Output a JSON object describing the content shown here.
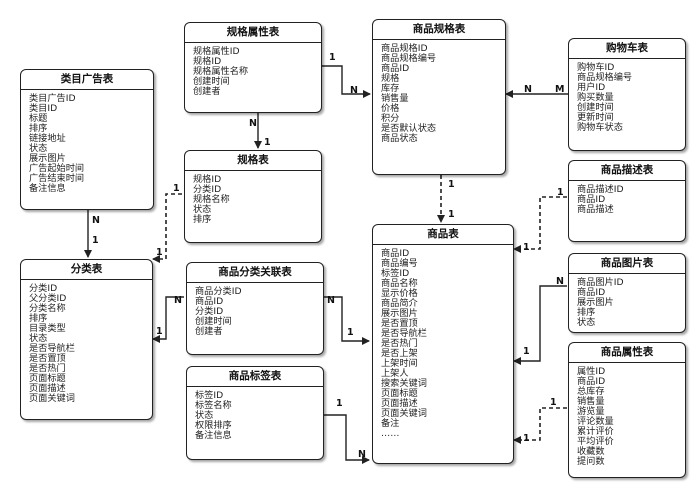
{
  "entities": {
    "category_ad": {
      "title": "类目广告表",
      "fields": [
        "类目广告ID",
        "类目ID",
        "标题",
        "排序",
        "链接地址",
        "状态",
        "展示图片",
        "广告起始时间",
        "广告结束时间",
        "备注信息"
      ]
    },
    "spec_attr": {
      "title": "规格属性表",
      "fields": [
        "规格属性ID",
        "规格ID",
        "规格属性名称",
        "创建时间",
        "创建者"
      ]
    },
    "spec": {
      "title": "规格表",
      "fields": [
        "规格ID",
        "分类ID",
        "规格名称",
        "状态",
        "排序"
      ]
    },
    "category": {
      "title": "分类表",
      "fields": [
        "分类ID",
        "父分类ID",
        "分类名称",
        "排序",
        "目录类型",
        "状态",
        "是否导航栏",
        "是否置顶",
        "是否热门",
        "页面标题",
        "页面描述",
        "页面关键词"
      ]
    },
    "product_category_rel": {
      "title": "商品分类关联表",
      "fields": [
        "商品分类ID",
        "商品ID",
        "分类ID",
        "创建时间",
        "创建者"
      ]
    },
    "product_tag": {
      "title": "商品标签表",
      "fields": [
        "标签ID",
        "标签名称",
        "状态",
        "权限排序",
        "备注信息"
      ]
    },
    "product_spec": {
      "title": "商品规格表",
      "fields": [
        "商品规格ID",
        "商品规格编号",
        "商品ID",
        "规格",
        "库存",
        "销售量",
        "价格",
        "积分",
        "是否默认状态",
        "商品状态"
      ]
    },
    "cart": {
      "title": "购物车表",
      "fields": [
        "购物车ID",
        "商品规格编号",
        "用户ID",
        "购买数量",
        "创建时间",
        "更新时间",
        "购物车状态"
      ]
    },
    "product": {
      "title": "商品表",
      "fields": [
        "商品ID",
        "商品编号",
        "标签ID",
        "商品名称",
        "显示价格",
        "商品简介",
        "展示图片",
        "是否置顶",
        "是否导航栏",
        "是否热门",
        "是否上架",
        "上架时间",
        "上架人",
        "搜索关键词",
        "页面标题",
        "页面描述",
        "页面关键词",
        "备注",
        "……"
      ]
    },
    "product_desc": {
      "title": "商品描述表",
      "fields": [
        "商品描述ID",
        "商品ID",
        "商品描述"
      ]
    },
    "product_image": {
      "title": "商品图片表",
      "fields": [
        "商品图片ID",
        "商品ID",
        "展示图片",
        "排序",
        "状态"
      ]
    },
    "product_attr": {
      "title": "商品属性表",
      "fields": [
        "属性ID",
        "商品ID",
        "总库存",
        "销售量",
        "游览量",
        "评论数量",
        "累计评价",
        "平均评价",
        "收藏数",
        "提问数"
      ]
    }
  },
  "cardinality": {
    "spec_attr_spec": {
      "a": "N",
      "b": "1"
    },
    "spec_attr_product_spec": {
      "a": "1",
      "b": "N"
    },
    "cart_product_spec": {
      "a": "M",
      "b": "N"
    },
    "product_spec_product": {
      "a": "1",
      "b": "1"
    },
    "category_ad_category": {
      "a": "N",
      "b": "1"
    },
    "spec_category": {
      "a": "1",
      "b": "1"
    },
    "rel_category": {
      "a": "N",
      "b": "1"
    },
    "rel_product": {
      "a": "N",
      "b": "1"
    },
    "desc_product": {
      "a": "1",
      "b": "1"
    },
    "image_product": {
      "a": "N",
      "b": "1"
    },
    "attr_product": {
      "a": "1",
      "b": "1"
    },
    "tag_product": {
      "a": "1",
      "b": "N"
    }
  }
}
